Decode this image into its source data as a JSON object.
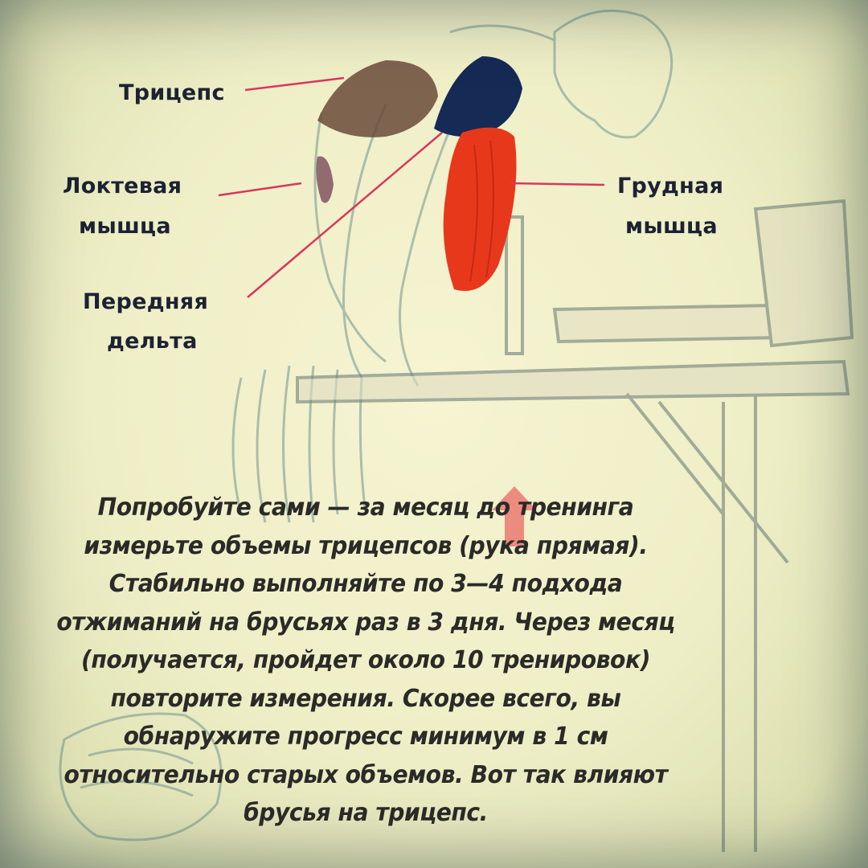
{
  "labels": {
    "triceps": "Трицепс",
    "anconeus_line1": "Локтевая",
    "anconeus_line2": "мышца",
    "front_delt_line1": "Передняя",
    "front_delt_line2": "дельта",
    "pectoral_line1": "Грудная",
    "pectoral_line2": "мышца"
  },
  "caption": "Попробуйте сами — за месяц до тренинга измерьте объемы трицепсов (рука прямая). Стабильно выполняйте по 3—4 подхода отжиманий на брусьях раз в 3 дня. Через месяц (получается, пройдет около 10 тренировок) повторите измерения. Скорее всего, вы обнаружите прогресс минимум в 1 см относительно старых объемов. Вот так влияют брусья на трицепс.",
  "colors": {
    "background": "#f0efc8",
    "leader_line": "#d8385a",
    "pectoral": "#e8381c",
    "delt": "#152a55",
    "triceps": "#6a4a3a",
    "sketch": "#5a8a88"
  }
}
